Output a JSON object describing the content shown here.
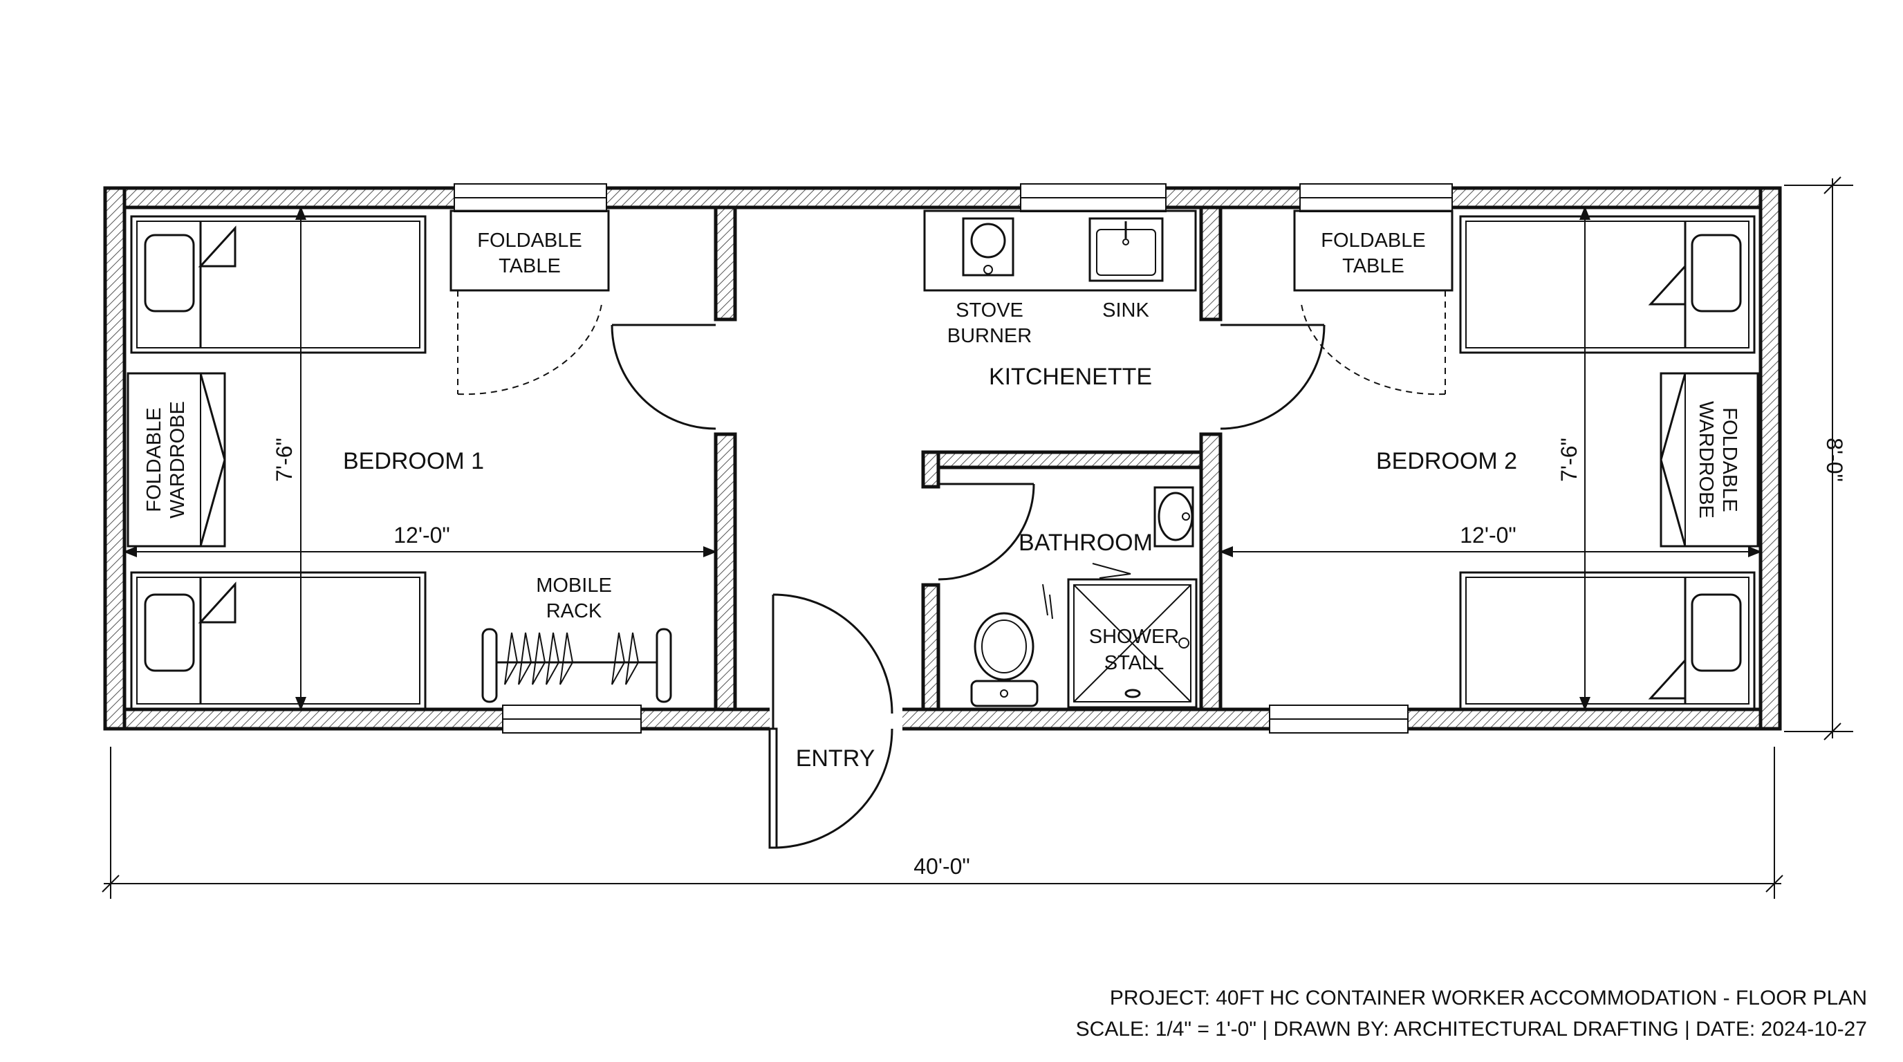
{
  "rooms": {
    "bedroom1": "BEDROOM 1",
    "bedroom2": "BEDROOM 2",
    "kitchenette": "KITCHENETTE",
    "bathroom": "BATHROOM",
    "entry": "ENTRY"
  },
  "fixtures": {
    "table_line1": "FOLDABLE",
    "table_line2": "TABLE",
    "wardrobe_line1": "FOLDABLE",
    "wardrobe_line2": "WARDROBE",
    "rack_line1": "MOBILE",
    "rack_line2": "RACK",
    "stove_line1": "STOVE",
    "stove_line2": "BURNER",
    "sink": "SINK",
    "shower_line1": "SHOWER",
    "shower_line2": "STALL"
  },
  "dimensions": {
    "overall_length": "40'-0\"",
    "overall_width": "8'-0\"",
    "bedroom1_length": "12'-0\"",
    "bedroom1_width": "7'-6\"",
    "bedroom2_length": "12'-0\"",
    "bedroom2_width": "7'-6\""
  },
  "title_block": {
    "project": "PROJECT: 40FT HC CONTAINER WORKER ACCOMMODATION - FLOOR PLAN",
    "details": "SCALE: 1/4\" = 1'-0\" | DRAWN BY: ARCHITECTURAL DRAFTING | DATE: 2024-10-27"
  }
}
